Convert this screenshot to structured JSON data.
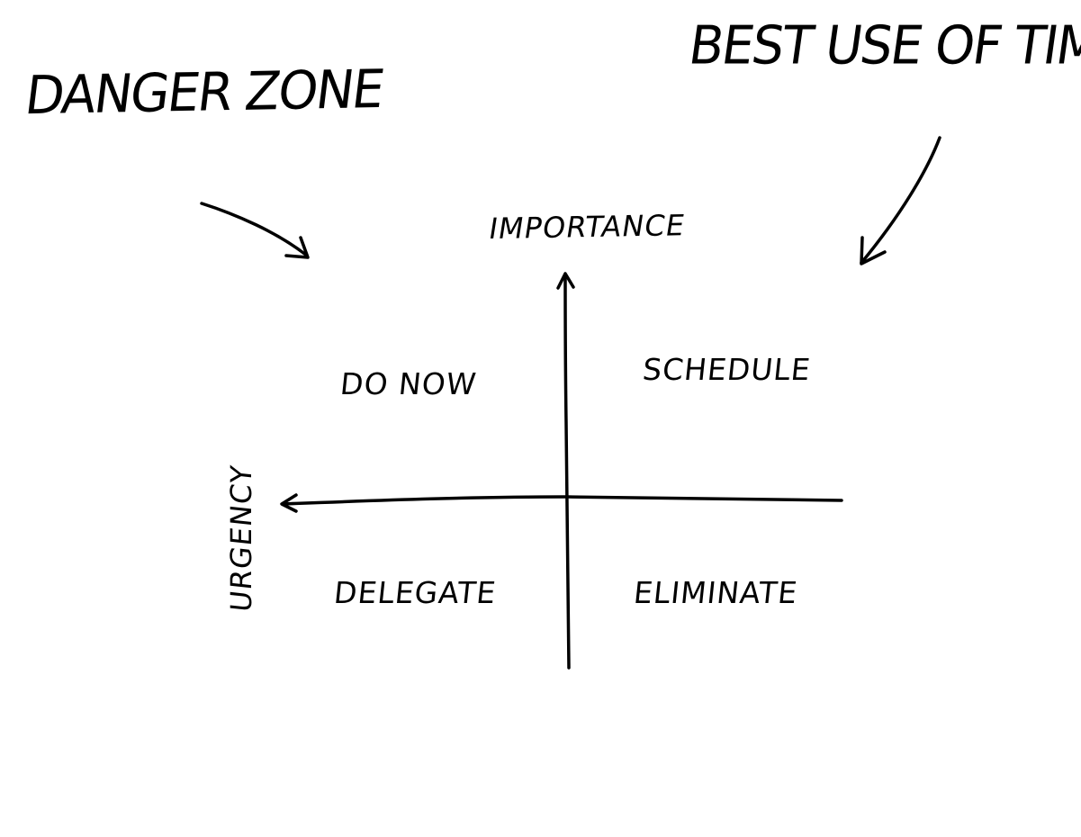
{
  "callouts": {
    "danger_zone": "DANGER ZONE",
    "best_use": "BEST USE OF TIME"
  },
  "axes": {
    "vertical_label": "IMPORTANCE",
    "horizontal_label": "URGENCY"
  },
  "quadrants": {
    "top_left": "DO NOW",
    "top_right": "SCHEDULE",
    "bottom_left": "DELEGATE",
    "bottom_right": "ELIMINATE"
  },
  "colors": {
    "ink": "#000000",
    "paper": "#ffffff"
  }
}
